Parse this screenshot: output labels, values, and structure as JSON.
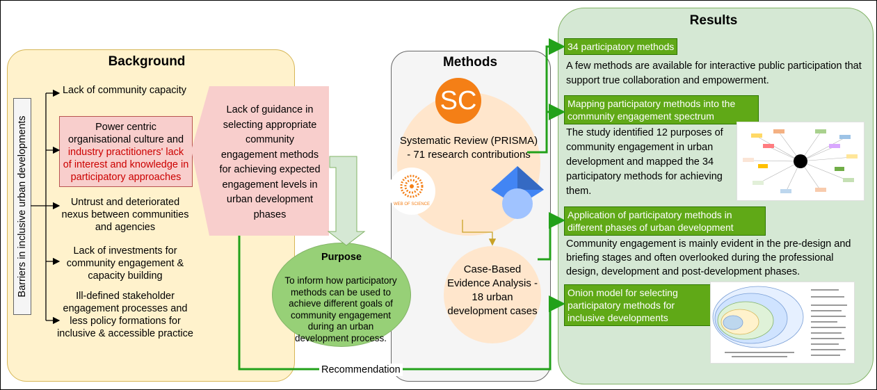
{
  "background": {
    "title": "Background",
    "barrier_label": "Barriers in inclusive urban developments",
    "items": [
      "Lack of community capacity",
      "Untrust and deteriorated nexus between communities and agencies",
      "Lack of investments for community engagement & capacity building",
      "Ill-defined stakeholder engagement processes and less policy formations for inclusive & accessible practice"
    ],
    "highlight_black": "Power centric organisational culture and",
    "highlight_red": "industry practitioners' lack of interest and knowledge in participatory approaches",
    "guidance": "Lack of guidance in selecting appropriate community engagement methods for achieving expected engagement levels in urban development phases"
  },
  "purpose": {
    "title": "Purpose",
    "text": "To inform how participatory methods can be used to achieve different goals of community engagement during an urban development process."
  },
  "methods": {
    "title": "Methods",
    "sc_logo": "SC",
    "review": "Systematic Review (PRISMA) - 71 research contributions",
    "wos_logo": "WEB OF SCIENCE",
    "case": "Case-Based Evidence Analysis - 18 urban development cases"
  },
  "recommendation": "Recommendation",
  "results": {
    "title": "Results",
    "items": [
      {
        "tag": "34 participatory methods",
        "text": "A few methods are available for interactive public participation that support true collaboration and empowerment."
      },
      {
        "tag": "Mapping participatory methods into the community engagement spectrum",
        "text": "The study identified 12 purposes of community engagement in urban development and mapped the 34 participatory methods for achieving them."
      },
      {
        "tag": "Application of participatory methods in different phases of urban development",
        "text": "Community engagement is mainly evident in the pre-design and briefing stages and often overlooked during the professional design, development and post-development phases."
      },
      {
        "tag": "Onion model for selecting participatory methods for inclusive developments",
        "text": ""
      }
    ]
  },
  "colors": {
    "arrow_green": "#22a11a",
    "arrow_gold": "#c9a227",
    "tag_green": "#60a917",
    "highlight_red": "#cc0000"
  }
}
